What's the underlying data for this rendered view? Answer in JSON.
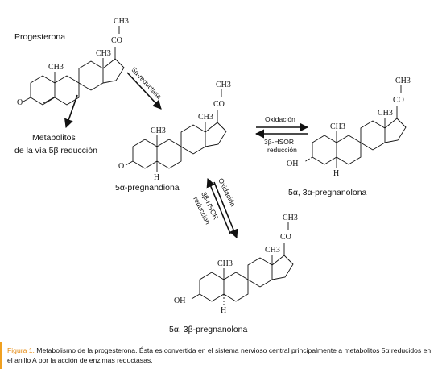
{
  "compounds": {
    "progesterone": {
      "name": "Progesterona",
      "me1": "CH3",
      "me2": "CH3",
      "acetyl": "CO",
      "acetyl_me": "CH3",
      "oxygen": "O"
    },
    "dione": {
      "name": "5α-pregnandiona",
      "me1": "CH3",
      "me2": "CH3",
      "acetyl": "CO",
      "acetyl_me": "CH3",
      "oxygen": "O",
      "hydrogen": "H"
    },
    "three_alpha": {
      "name": "5α, 3α-pregnanolona",
      "me1": "CH3",
      "me2": "CH3",
      "acetyl": "CO",
      "acetyl_me": "CH3",
      "hydroxyl": "OH",
      "hydrogen": "H"
    },
    "three_beta": {
      "name": "5α, 3β-pregnanolona",
      "me1": "CH3",
      "me2": "CH3",
      "acetyl": "CO",
      "acetyl_me": "CH3",
      "hydroxyl": "OH",
      "hydrogen": "H"
    }
  },
  "metabolites": {
    "line1": "Metabolitos",
    "line2": "de la vía 5β reducción"
  },
  "arrows": {
    "reductase": "5α-reductasa",
    "top_oxidation": "Oxidación",
    "top_enzyme": "3β-HSOR",
    "top_reduction": "reducción",
    "bottom_oxidation": "Oxidación",
    "bottom_enzyme": "3β-HSOR",
    "bottom_reduction": "reducción"
  },
  "caption": {
    "label": "Figura 1.",
    "text": " Metabolismo de la progesterona. Ésta es convertida en el sistema nervioso central principalmente a metabolitos 5α reducidos en el anillo A por la acción de enzimas reductasas."
  }
}
